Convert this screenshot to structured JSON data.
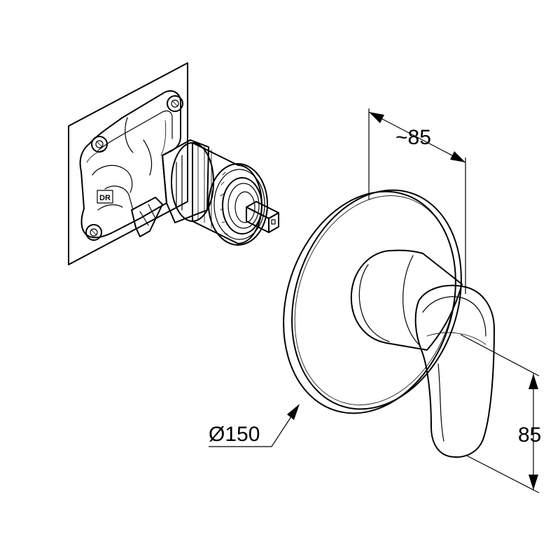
{
  "dimensions": {
    "width_label": "~85",
    "diameter_label": "Ø150",
    "height_label": "85"
  },
  "markings": {
    "body_logo": "DR"
  },
  "colors": {
    "line": "#000000",
    "background": "#ffffff",
    "shade": "#d9d9d9"
  }
}
